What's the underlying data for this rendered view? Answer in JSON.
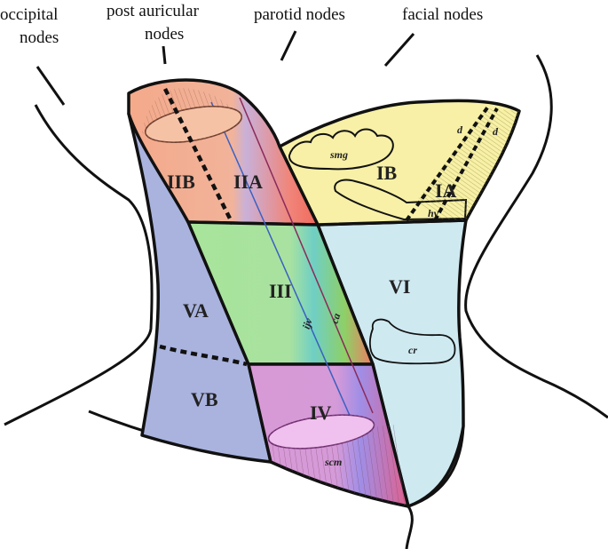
{
  "outer_labels": {
    "occipital_line1": "occipital",
    "occipital_line2": "nodes",
    "post_auricular_line1": "post auricular",
    "post_auricular_line2": "nodes",
    "parotid": "parotid nodes",
    "facial": "facial nodes"
  },
  "levels": {
    "IA": "IA",
    "IB": "IB",
    "IIA": "IIA",
    "IIB": "IIB",
    "III": "III",
    "IV": "IV",
    "VA": "VA",
    "VB": "VB",
    "VI": "VI"
  },
  "structures": {
    "smg": "smg",
    "hy": "hy",
    "d1": "d",
    "d2": "d",
    "ijv": "ijv",
    "ca": "ca",
    "cr": "cr",
    "scm": "scm"
  },
  "colors": {
    "level_I": "#f7f0a6",
    "level_II": "#f4a98a",
    "level_III": "#a8e49a",
    "level_IV": "#d89ad6",
    "level_V": "#a9b3de",
    "level_VI": "#cfe9f1",
    "outline": "#111111"
  }
}
